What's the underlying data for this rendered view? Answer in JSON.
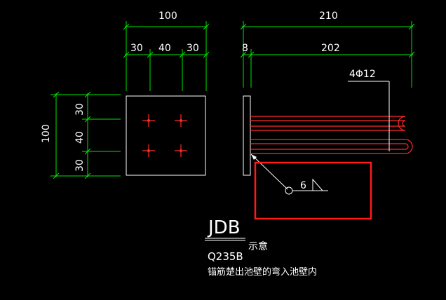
{
  "drawing": {
    "top_left_dims": {
      "overall": "100",
      "segments": [
        "30",
        "40",
        "30"
      ]
    },
    "top_right_dims": {
      "overall": "210",
      "plate": "8",
      "anchor": "202"
    },
    "left_dims": {
      "overall": "100",
      "segments": [
        "30",
        "40",
        "30"
      ]
    },
    "rebar_label": "4Φ12",
    "weld_size": "6",
    "title": {
      "name": "JDB",
      "suffix": "示意",
      "material": "Q235B",
      "note": "锚筋楚出池壁的弯入池壁内"
    },
    "colors": {
      "background": "#000000",
      "dimension": "#00e400",
      "outline": "#ffffff",
      "rebar": "#ff2a2a",
      "highlight": "#ff1a1a"
    }
  }
}
